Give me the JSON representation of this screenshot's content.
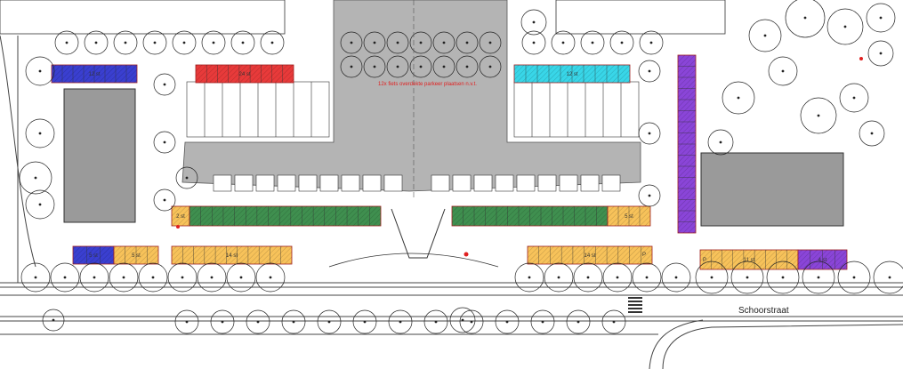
{
  "plan": {
    "street_name": "Schoorstraat",
    "note": "12x fiets overdekte parkeer plaatsen n.v.t.",
    "colors": {
      "building": "#9a9a9a",
      "plaza": "#b4b4b4",
      "parking_orange": "#f7c25a",
      "parking_green": "#3f8f4f",
      "parking_blue": "#3a3fd0",
      "parking_red": "#e83a3a",
      "parking_cyan": "#38d6e8",
      "parking_purple": "#8a45d8",
      "line": "#333333",
      "tree": "#222222"
    },
    "parking_areas": [
      {
        "id": "blue-top-left",
        "label": "12 st",
        "color": "blue"
      },
      {
        "id": "red-top",
        "label": "24 st",
        "color": "red"
      },
      {
        "id": "cyan-top",
        "label": "12 st",
        "color": "cyan"
      },
      {
        "id": "purple-right",
        "label": "",
        "color": "purple"
      },
      {
        "id": "orange-left-small",
        "label": "2 st",
        "color": "orange"
      },
      {
        "id": "green-left",
        "label": "",
        "color": "green"
      },
      {
        "id": "green-right",
        "label": "",
        "color": "green"
      },
      {
        "id": "orange-right-small",
        "label": "5 st",
        "color": "orange"
      },
      {
        "id": "blue-bottom-left",
        "label": "5 st",
        "color": "blue"
      },
      {
        "id": "orange-bottom-left",
        "label": "5 st",
        "color": "orange"
      },
      {
        "id": "orange-bottom-14a",
        "label": "14 st",
        "color": "orange"
      },
      {
        "id": "orange-bottom-14b",
        "label": "14 st",
        "color": "orange"
      },
      {
        "id": "orange-bottom-11",
        "label": "11 st",
        "color": "orange"
      },
      {
        "id": "purple-bottom-right",
        "label": "4 st",
        "color": "purple"
      }
    ],
    "p_markers": [
      "P",
      "P"
    ]
  }
}
